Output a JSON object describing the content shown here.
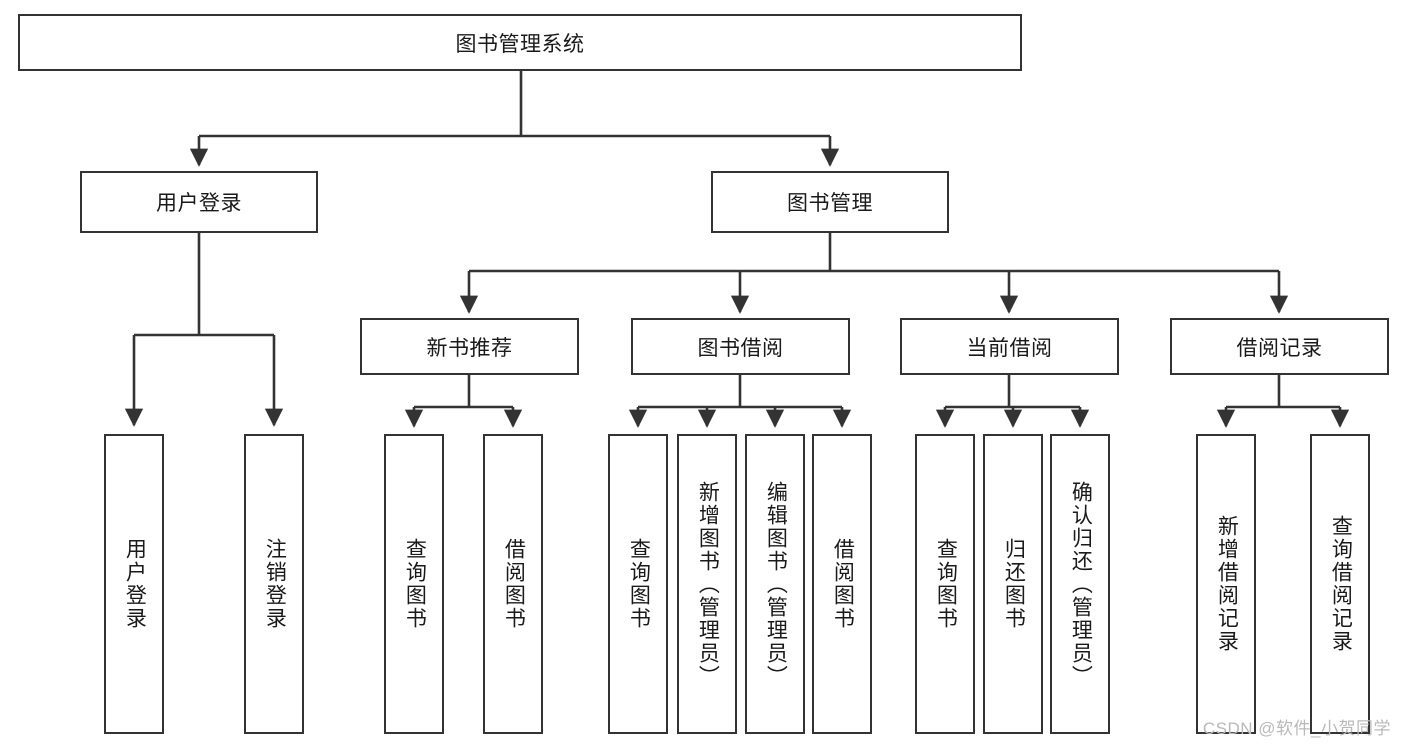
{
  "diagram": {
    "title": "图书管理系统",
    "type": "tree-hierarchy",
    "root": {
      "label": "图书管理系统"
    },
    "level2": [
      {
        "label": "用户登录"
      },
      {
        "label": "图书管理"
      }
    ],
    "level3": [
      {
        "label": "新书推荐"
      },
      {
        "label": "图书借阅"
      },
      {
        "label": "当前借阅"
      },
      {
        "label": "借阅记录"
      }
    ],
    "leaves": {
      "user_login": [
        {
          "label": "用户登录"
        },
        {
          "label": "注销登录"
        }
      ],
      "new_book_recommend": [
        {
          "label": "查询图书"
        },
        {
          "label": "借阅图书"
        }
      ],
      "book_borrow": [
        {
          "label": "查询图书"
        },
        {
          "label": "新增图书（管理员）"
        },
        {
          "label": "编辑图书（管理员）"
        },
        {
          "label": "借阅图书"
        }
      ],
      "current_borrow": [
        {
          "label": "查询图书"
        },
        {
          "label": "归还图书"
        },
        {
          "label": "确认归还（管理员）"
        }
      ],
      "borrow_record": [
        {
          "label": "新增借阅记录"
        },
        {
          "label": "查询借阅记录"
        }
      ]
    }
  },
  "colors": {
    "stroke": "#333333",
    "background": "#ffffff",
    "text": "#1a1a1a",
    "watermark": "#b9b9b9"
  },
  "watermark": {
    "text": "CSDN @软件_小贺同学"
  }
}
